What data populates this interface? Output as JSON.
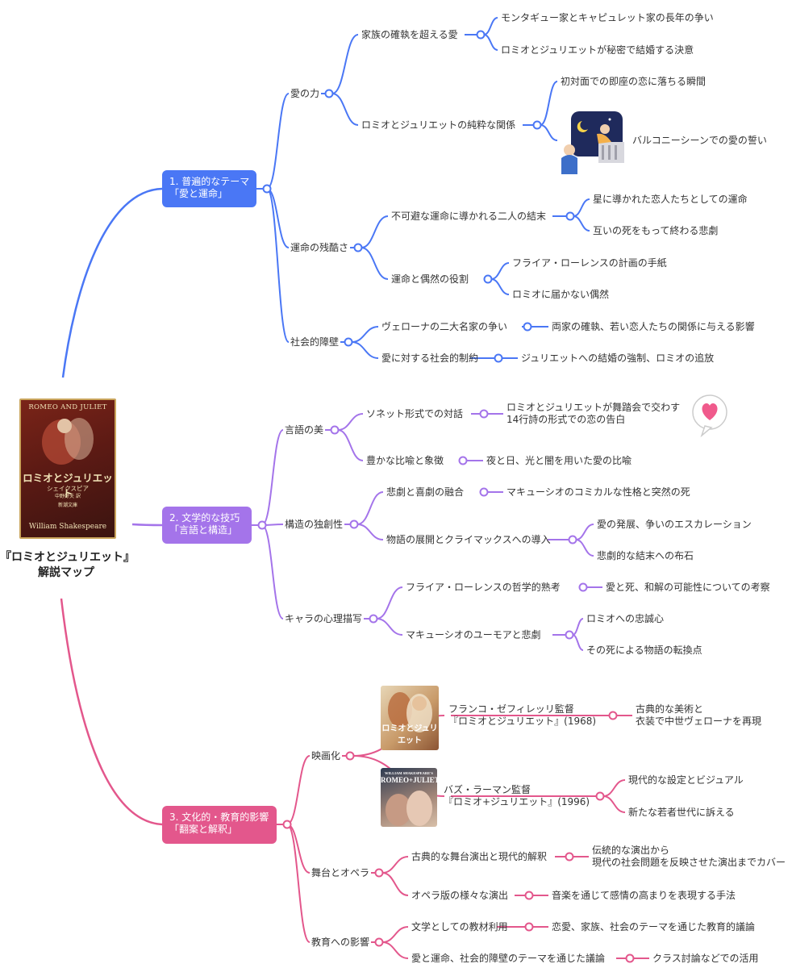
{
  "root": {
    "title_line1": "『ロミオとジュリエット』",
    "title_line2": "解説マップ"
  },
  "book": {
    "title": "ROMEO AND JULIET",
    "jp_title": "ロミオとジュリエット",
    "author_jp": "シェイクスピア",
    "translator": "中野好夫 訳",
    "publisher": "新潮文庫",
    "author_en": "William Shakespeare"
  },
  "branches": [
    {
      "label_line1": "1. 普遍的なテーマ",
      "label_line2": "「愛と運命」",
      "color": "#4a77f5",
      "subs": [
        {
          "label": "愛の力",
          "children": [
            {
              "label": "家族の確執を超える愛",
              "leaves": [
                "モンタギュー家とキャピュレット家の長年の争い",
                "ロミオとジュリエットが秘密で結婚する決意"
              ]
            },
            {
              "label": "ロミオとジュリエットの純粋な関係",
              "leaves": [
                "初対面での即座の恋に落ちる瞬間",
                "バルコニーシーンでの愛の誓い"
              ]
            }
          ]
        },
        {
          "label": "運命の残酷さ",
          "children": [
            {
              "label": "不可避な運命に導かれる二人の結末",
              "leaves": [
                "星に導かれた恋人たちとしての運命",
                "互いの死をもって終わる悲劇"
              ]
            },
            {
              "label": "運命と偶然の役割",
              "leaves": [
                "フライア・ローレンスの計画の手紙",
                "ロミオに届かない偶然"
              ]
            }
          ]
        },
        {
          "label": "社会的障壁",
          "children": [
            {
              "label": "ヴェローナの二大名家の争い",
              "leaves": [
                "両家の確執、若い恋人たちの関係に与える影響"
              ]
            },
            {
              "label": "愛に対する社会的制約",
              "leaves": [
                "ジュリエットへの結婚の強制、ロミオの追放"
              ]
            }
          ]
        }
      ]
    },
    {
      "label_line1": "2. 文学的な技巧",
      "label_line2": "「言語と構造」",
      "color": "#a474ea",
      "subs": [
        {
          "label": "言語の美",
          "children": [
            {
              "label": "ソネット形式での対話",
              "leaves": [
                "ロミオとジュリエットが舞踏会で交わす\n14行詩の形式での恋の告白"
              ]
            },
            {
              "label": "豊かな比喩と象徴",
              "leaves": [
                "夜と日、光と闇を用いた愛の比喩"
              ]
            }
          ]
        },
        {
          "label": "構造の独創性",
          "children": [
            {
              "label": "悲劇と喜劇の融合",
              "leaves": [
                "マキューシオのコミカルな性格と突然の死"
              ]
            },
            {
              "label": "物語の展開とクライマックスへの導入",
              "leaves": [
                "愛の発展、争いのエスカレーション",
                "悲劇的な結末への布石"
              ]
            }
          ]
        },
        {
          "label": "キャラの心理描写",
          "children": [
            {
              "label": "フライア・ローレンスの哲学的熟考",
              "leaves": [
                "愛と死、和解の可能性についての考察"
              ]
            },
            {
              "label": "マキューシオのユーモアと悲劇",
              "leaves": [
                "ロミオへの忠誠心",
                "その死による物語の転換点"
              ]
            }
          ]
        }
      ]
    },
    {
      "label_line1": "3. 文化的・教育的影響",
      "label_line2": "「翻案と解釈」",
      "color": "#e3578c",
      "subs": [
        {
          "label": "映画化",
          "children": [
            {
              "label": "フランコ・ゼフィレッリ監督\n『ロミオとジュリエット』(1968)",
              "leaves": [
                "古典的な美術と\n衣装で中世ヴェローナを再現"
              ]
            },
            {
              "label": "バズ・ラーマン監督\n『ロミオ+ジュリエット』(1996)",
              "leaves": [
                "現代的な設定とビジュアル",
                "新たな若者世代に訴える"
              ]
            }
          ]
        },
        {
          "label": "舞台とオペラ",
          "children": [
            {
              "label": "古典的な舞台演出と現代的解釈",
              "leaves": [
                "伝統的な演出から\n現代の社会問題を反映させた演出までカバー"
              ]
            },
            {
              "label": "オペラ版の様々な演出",
              "leaves": [
                "音楽を通じて感情の高まりを表現する手法"
              ]
            }
          ]
        },
        {
          "label": "教育への影響",
          "children": [
            {
              "label": "文学としての教材利用",
              "leaves": [
                "恋愛、家族、社会のテーマを通じた教育的議論"
              ]
            },
            {
              "label": "愛と運命、社会的障壁のテーマを通じた議論",
              "leaves": [
                "クラス討論などでの活用"
              ]
            }
          ]
        }
      ]
    }
  ],
  "films": {
    "film1_caption": "ロミオとジュリエット",
    "film2_caption_line1": "WILLIAM SHAKESPEARE'S",
    "film2_caption_line2": "ROMEO+JULIET"
  }
}
